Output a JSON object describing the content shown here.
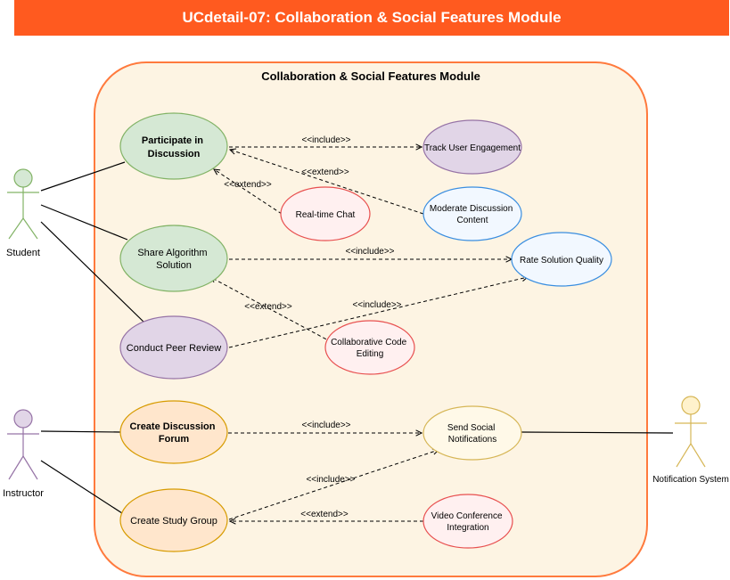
{
  "title": "UCdetail-07: Collaboration & Social Features Module",
  "system": {
    "name": "Collaboration & Social Features Module"
  },
  "colors": {
    "banner": "#ff5a1f",
    "boundary_stroke": "#ff7a3d",
    "boundary_fill": "#fdf4e3",
    "green_fill": "#d5e8d4",
    "green_stroke": "#82b366",
    "purple_fill": "#e1d5e7",
    "purple_stroke": "#9673a6",
    "red_fill": "#fff0f0",
    "red_stroke": "#e85050",
    "blue_fill": "#f2f8ff",
    "blue_stroke": "#3a8ee0",
    "orange_fill": "#ffe6cc",
    "orange_stroke": "#d79b00",
    "yellow_fill": "#fff9e8",
    "yellow_stroke": "#d6b656"
  },
  "actors": {
    "student": {
      "label": "Student",
      "icon": "stick-figure-icon"
    },
    "instructor": {
      "label": "Instructor",
      "icon": "stick-figure-icon"
    },
    "notification": {
      "label": "Notification System",
      "icon": "stick-figure-icon"
    }
  },
  "use_cases": {
    "participate": {
      "lines": [
        "Participate in",
        "Discussion"
      ]
    },
    "share": {
      "lines": [
        "Share Algorithm",
        "Solution"
      ]
    },
    "peer_review": {
      "lines": [
        "Conduct Peer Review"
      ]
    },
    "create_forum": {
      "lines": [
        "Create Discussion",
        "Forum"
      ]
    },
    "study_group": {
      "lines": [
        "Create Study Group"
      ]
    },
    "track": {
      "lines": [
        "Track User Engagement"
      ]
    },
    "moderate": {
      "lines": [
        "Moderate Discussion",
        "Content"
      ]
    },
    "chat": {
      "lines": [
        "Real-time Chat"
      ]
    },
    "rate": {
      "lines": [
        "Rate Solution Quality"
      ]
    },
    "collab_edit": {
      "lines": [
        "Collaborative Code",
        "Editing"
      ]
    },
    "notify": {
      "lines": [
        "Send Social",
        "Notifications"
      ]
    },
    "video": {
      "lines": [
        "Video Conference",
        "Integration"
      ]
    }
  },
  "relations": {
    "include": "<<include>>",
    "extend": "<<extend>>"
  }
}
